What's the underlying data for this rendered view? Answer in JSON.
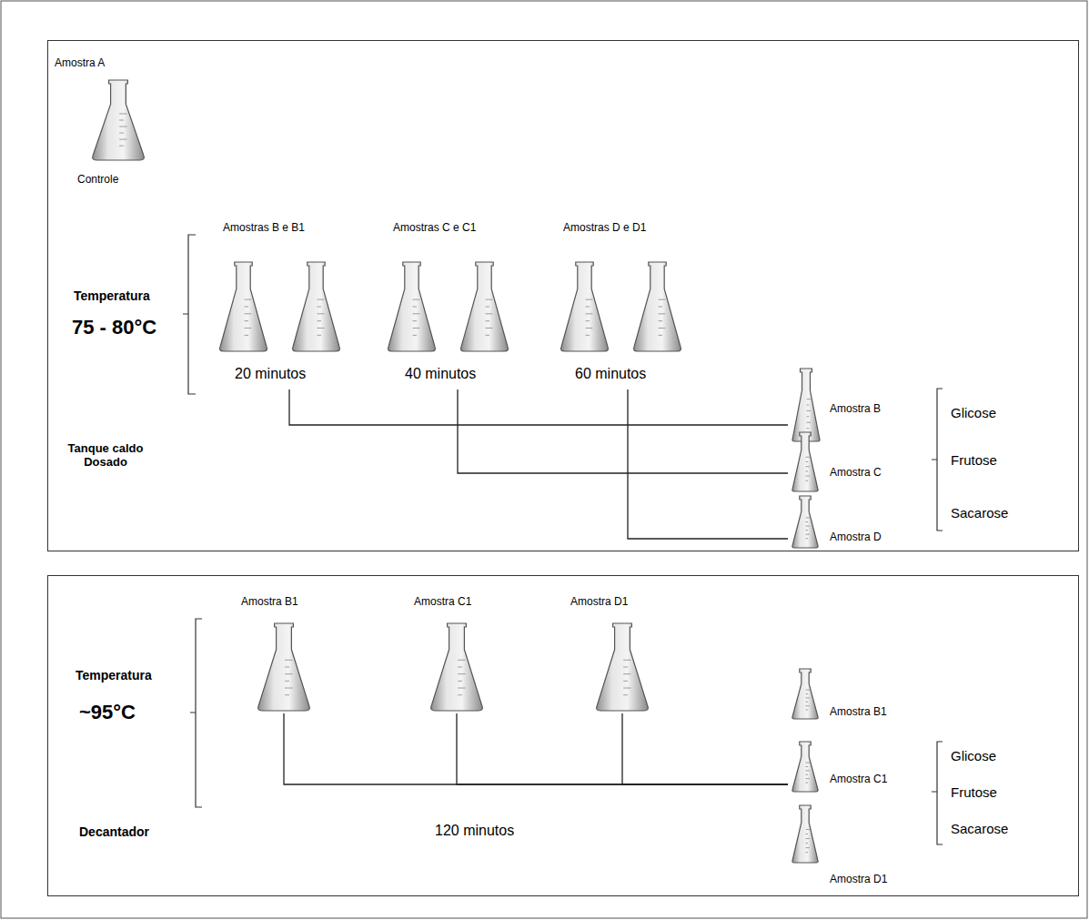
{
  "diagram": {
    "nodes": [
      {
        "text": [
          "Temperatura",
          "75 - 80°C",
          "Tanque caldo Dosado"
        ]
      },
      {
        "text": [
          "Amostra A",
          "Controle"
        ],
        "in": 0
      },
      {
        "text": [
          "Amostras B e B1",
          "20 minutos"
        ],
        "in": 0
      },
      {
        "text": [
          "Amostras C e C1",
          "40 minutos"
        ],
        "in": 0
      },
      {
        "text": [
          "Amostras D e D1",
          "60 minutos"
        ],
        "in": 0
      },
      {
        "text": [
          "Amostra B"
        ],
        "in": 0
      },
      {
        "text": [
          "Amostra C"
        ],
        "in": 0
      },
      {
        "text": [
          "Amostra D"
        ],
        "in": 0
      },
      {
        "text": [
          "Temperatura",
          "~95°C",
          "Decantador"
        ]
      },
      {
        "text": [
          "Amostra B1"
        ],
        "in": 8
      },
      {
        "text": [
          "Amostra C1"
        ],
        "in": 8
      },
      {
        "text": [
          "Amostra D1"
        ],
        "in": 8
      },
      {
        "text": [
          "Amostra B1"
        ],
        "in": 8
      },
      {
        "text": [
          "Amostra C1"
        ],
        "in": 8
      },
      {
        "text": [
          "Amostra D1"
        ],
        "in": 8
      }
    ],
    "edges": [
      {
        "from": 2,
        "to": 5,
        "arrow": "none"
      },
      {
        "from": 3,
        "to": 6,
        "arrow": "none"
      },
      {
        "from": 4,
        "to": 7,
        "arrow": "none"
      },
      {
        "from": 9,
        "to": 13,
        "arrow": "none"
      },
      {
        "from": 10,
        "to": 13,
        "arrow": "none"
      },
      {
        "from": 11,
        "to": 13,
        "arrow": "none"
      }
    ],
    "labels": [
      "Glicose",
      "Frutose",
      "Sacarose",
      "120 minutos",
      "Glicose",
      "Frutose",
      "Sacarose"
    ]
  }
}
